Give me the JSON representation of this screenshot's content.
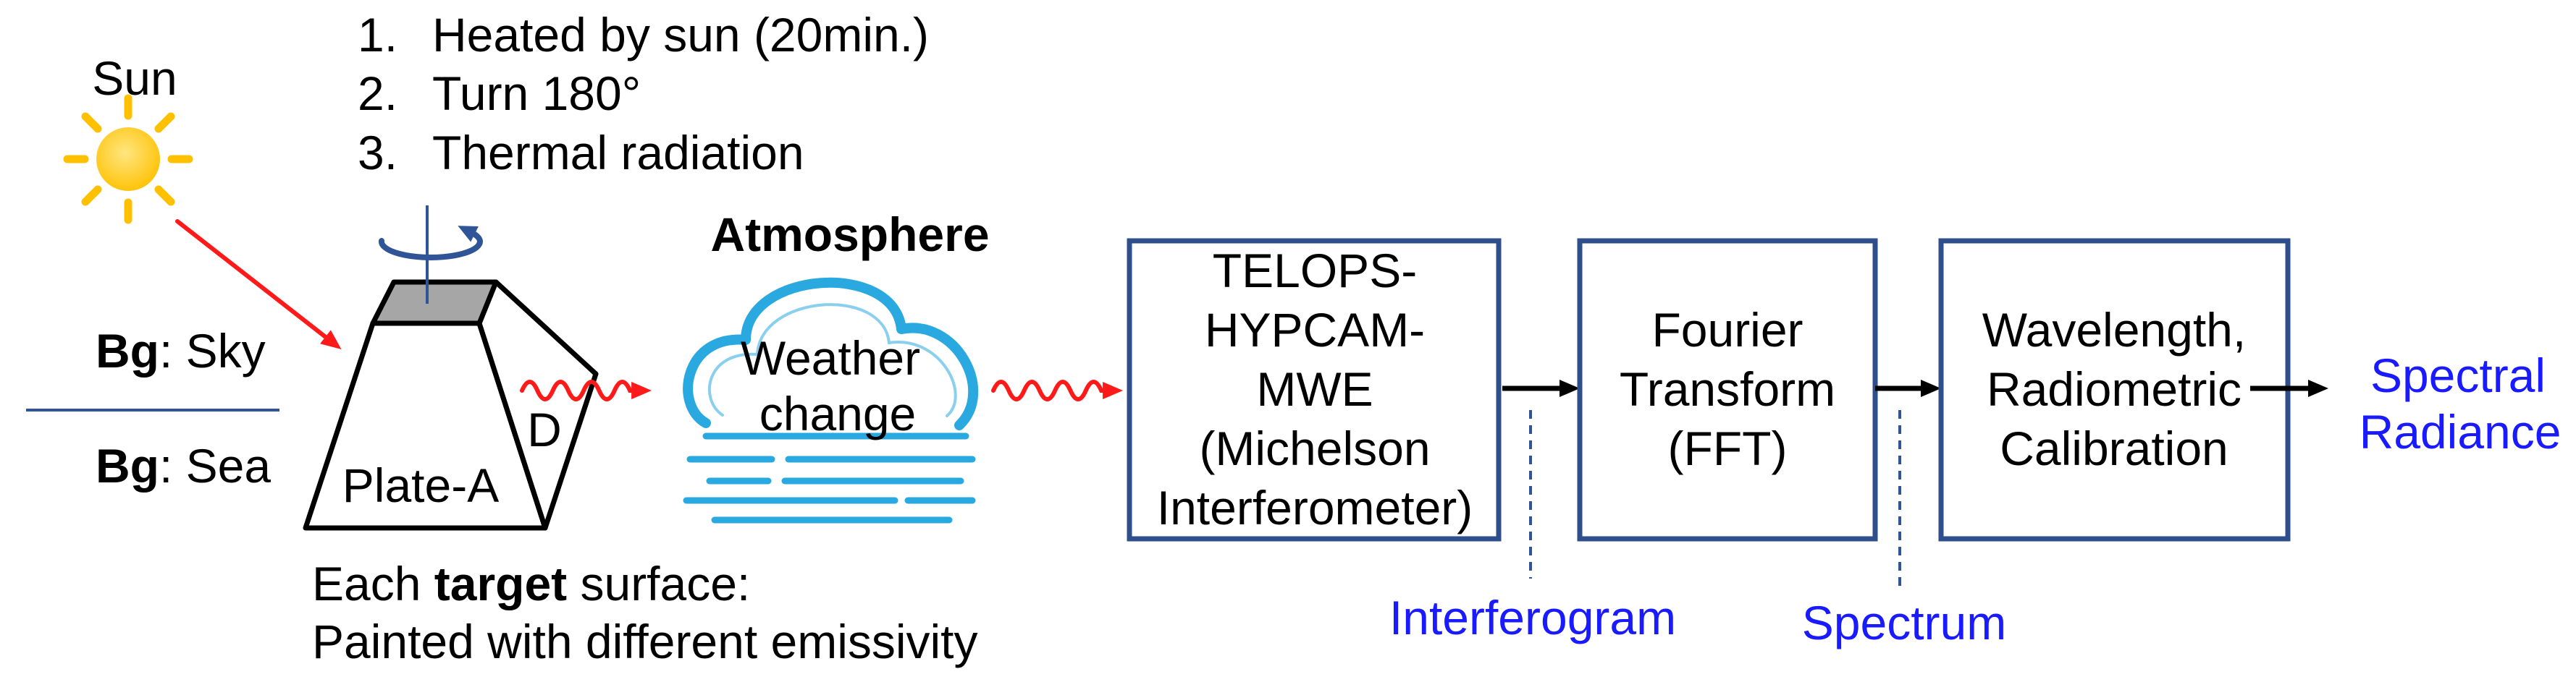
{
  "sun": {
    "label": "Sun"
  },
  "procedure": {
    "items": [
      {
        "number": "1.",
        "text": "Heated by sun (20min.)"
      },
      {
        "number": "2.",
        "text": "Turn 180°"
      },
      {
        "number": "3.",
        "text": "Thermal radiation"
      }
    ]
  },
  "background": {
    "upper": {
      "key": "Bg",
      "value": ": Sky"
    },
    "lower": {
      "key": "Bg",
      "value": ": Sea"
    }
  },
  "target": {
    "front_face_label": "Plate-A",
    "side_face_label": "D",
    "caption": {
      "line1_before": "Each ",
      "line1_emphasis": "target",
      "line1_after": " surface:",
      "line2": "Painted with different emissivity"
    }
  },
  "atmosphere": {
    "title": "Atmosphere",
    "cloud_text": [
      "Weather",
      "change"
    ]
  },
  "pipeline": {
    "stages": [
      {
        "lines": [
          "TELOPS-",
          "HYPCAM-",
          "MWE",
          "(Michelson",
          "Interferometer)"
        ]
      },
      {
        "lines": [
          "Fourier",
          "Transform",
          "(FFT)"
        ]
      },
      {
        "lines": [
          "Wavelength,",
          "Radiometric",
          "Calibration"
        ]
      }
    ],
    "intermediate_outputs": [
      "Interferogram",
      "Spectrum"
    ],
    "final_output": [
      "Spectral",
      "Radiance"
    ]
  },
  "icons": {
    "sun": "sun-icon",
    "cloud": "cloud-icon",
    "rotation": "rotate-arrow-icon"
  },
  "colors": {
    "radiation_arrow": "#ff1a1a",
    "annotation_text": "#1a1aff",
    "process_box_border": "#2f4e8c",
    "cloud": "#29a9e0",
    "sun": "#ffc000",
    "divider": "#2f5597",
    "plate_top_face": "#a6a6a6"
  }
}
